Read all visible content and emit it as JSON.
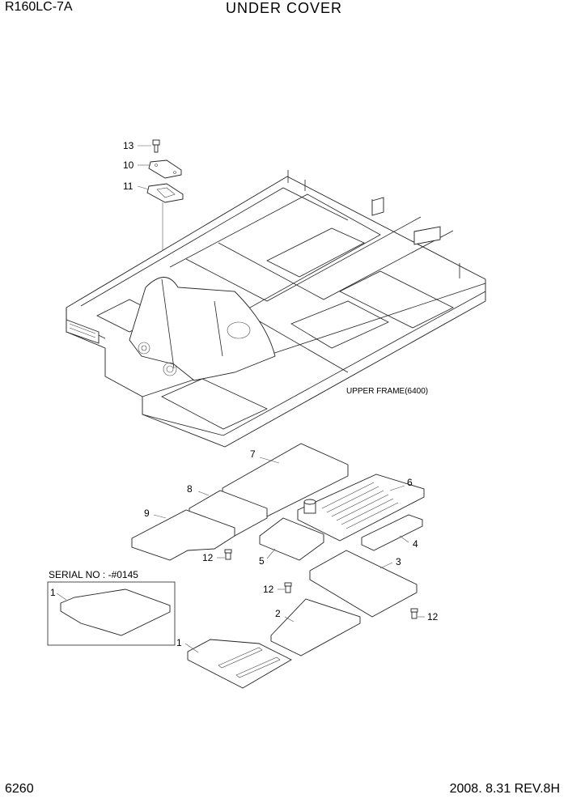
{
  "header": {
    "model": "R160LC-7A",
    "title": "UNDER COVER"
  },
  "footer": {
    "page_number": "6260",
    "revision": "2008. 8.31  REV.8H"
  },
  "assembly_label": "UPPER FRAME(6400)",
  "serial_note": "SERIAL NO : -#0145",
  "callouts": {
    "c13": "13",
    "c10": "10",
    "c11": "11",
    "c7": "7",
    "c6": "6",
    "c8": "8",
    "c9": "9",
    "c4": "4",
    "c5": "5",
    "c3": "3",
    "c2": "2",
    "c1": "1",
    "c12a": "12",
    "c12b": "12",
    "c12c": "12",
    "c1inset": "1"
  }
}
